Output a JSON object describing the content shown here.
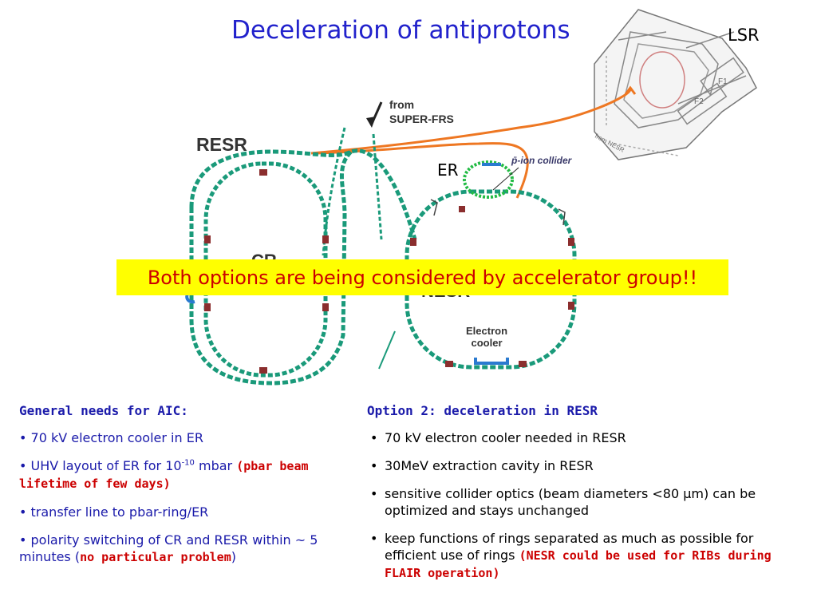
{
  "title": "Deceleration of antiprotons",
  "diagram": {
    "lsr": "LSR",
    "er": "ER",
    "resr": "RESR",
    "from_super_frs": "from\nSUPER-FRS",
    "cr": "CR",
    "nesr": "NESR",
    "electron_cooler": "Electron\ncooler",
    "pbar_ion_collider": "p̄-ion collider",
    "lsr_ring_labels": [
      "from NESR",
      "F1",
      "F2"
    ]
  },
  "banner": "Both options are being considered by accelerator group!!",
  "left": {
    "heading": "General needs for AIC:",
    "item1": "• 70 kV electron cooler in ER",
    "item2_pre": "• UHV layout of ER for 10",
    "item2_sup": "-10",
    "item2_mid": " mbar ",
    "item2_red": "(pbar beam lifetime of few days)",
    "item3": "• transfer line to pbar-ring/ER",
    "item4_pre": "• polarity switching of CR and RESR within ~ 5 minutes (",
    "item4_red": "no particular problem",
    "item4_post": ")"
  },
  "right": {
    "heading": "Option 2:  deceleration in RESR",
    "bullet": "•",
    "item1": "70 kV electron cooler needed in RESR",
    "item2": "30MeV extraction cavity in RESR",
    "item3": "sensitive collider optics (beam diameters <80 μm) can be optimized and stays unchanged",
    "item4_pre": "keep functions of rings separated as much as possible for efficient use of rings ",
    "item4_red": "(NESR could be used for RIBs during FLAIR operation)"
  },
  "colors": {
    "title": "#2222cc",
    "ring": "#1a9a7a",
    "orange_line": "#ee7722",
    "banner_bg": "#ffff00",
    "banner_text": "#cc0000"
  }
}
